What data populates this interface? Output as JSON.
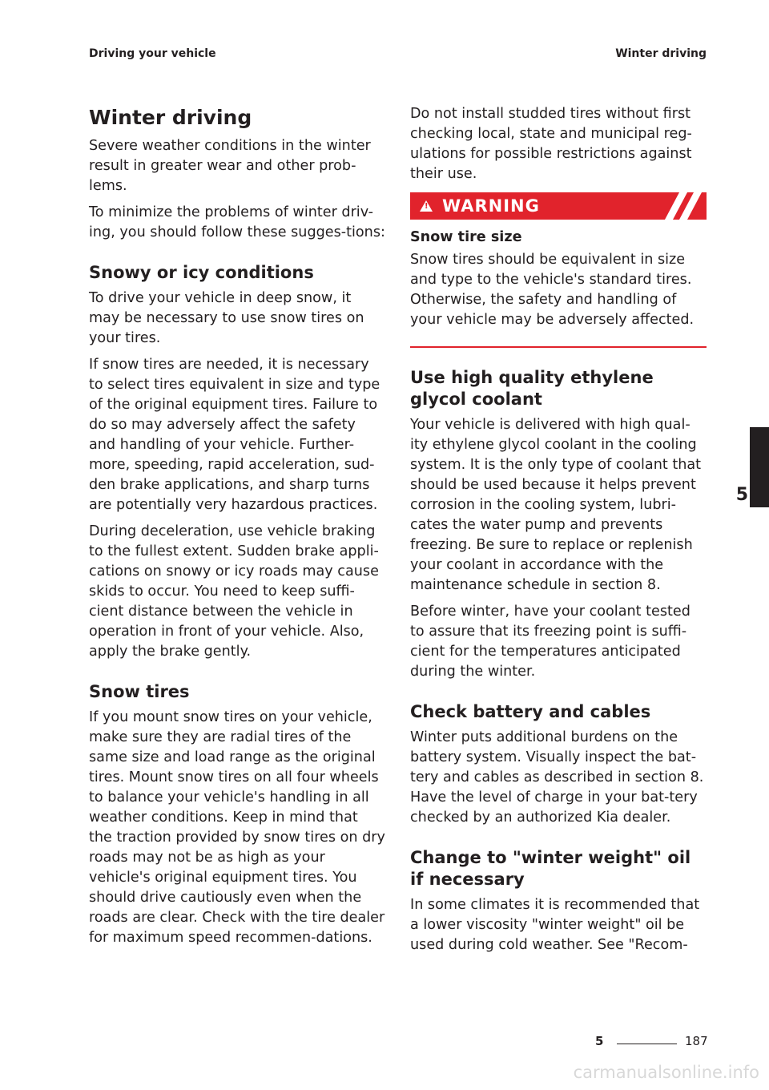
{
  "header": {
    "left": "Driving your vehicle",
    "right": "Winter driving"
  },
  "left_column": {
    "title": "Winter driving",
    "intro_p1": "Severe weather conditions in the winter result in greater wear and other prob-lems.",
    "intro_p2": "To minimize the problems of winter driv-ing, you should follow these sugges-tions:",
    "snowy_heading": "Snowy or icy conditions",
    "snowy_p1": "To drive your vehicle in deep snow, it may be necessary to use snow tires on your tires.",
    "snowy_p2": "If snow tires are needed, it is necessary to select tires equivalent in size and type of the original equipment tires. Failure to do so may adversely affect the safety and handling of your vehicle. Further-more, speeding, rapid acceleration, sud-den brake applications, and sharp turns are potentially very hazardous practices.",
    "snowy_p3": "During deceleration, use vehicle braking to the fullest extent. Sudden brake appli-cations on snowy or icy roads may cause skids to occur. You need to keep suffi-cient distance between the vehicle in operation in front of your vehicle. Also, apply the brake gently.",
    "tires_heading": "Snow tires",
    "tires_p1": "If you mount snow tires on your vehicle, make sure they are radial tires of the same size and load range as the original tires. Mount snow tires on all four wheels to balance your vehicle's handling in all weather conditions. Keep in mind that the traction provided by snow tires on dry roads may not be as high as your vehicle's original equipment tires. You should drive cautiously even when the roads are clear. Check with the tire dealer for maximum speed recommen-dations."
  },
  "right_column": {
    "studded_p": "Do not install studded tires without first checking local, state and municipal reg-ulations for possible restrictions against their use.",
    "warning": {
      "label": "WARNING",
      "title": "Snow tire size",
      "text": "Snow tires should be equivalent in size and type to the vehicle's standard tires. Otherwise, the safety and handling of your vehicle may be adversely affected."
    },
    "coolant_heading": "Use high quality ethylene glycol coolant",
    "coolant_p1": "Your vehicle is delivered with high qual-ity ethylene glycol coolant in the cooling system. It is the only type of coolant that should be used because it helps prevent corrosion in the cooling system, lubri-cates the water pump and prevents freezing. Be sure to replace or replenish your coolant in accordance with the maintenance schedule in section 8.",
    "coolant_p2": "Before winter, have your coolant tested to assure that its freezing point is suffi-cient for the temperatures anticipated during the winter.",
    "battery_heading": "Check battery and cables",
    "battery_p1": "Winter puts additional burdens on the battery system. Visually inspect the bat-tery and cables as described in section 8. Have the level of charge in your bat-tery checked by an authorized Kia dealer.",
    "oil_heading": "Change to \"winter weight\" oil if necessary",
    "oil_p1": "In some climates it is recommended that a lower viscosity \"winter weight\" oil be used during cold weather. See \"Recom-"
  },
  "side_tab": "5",
  "footer": {
    "section": "5",
    "page": "187"
  },
  "watermark": "carmanualsonline.info",
  "colors": {
    "warning_red": "#e1232c",
    "text": "#231f20"
  }
}
